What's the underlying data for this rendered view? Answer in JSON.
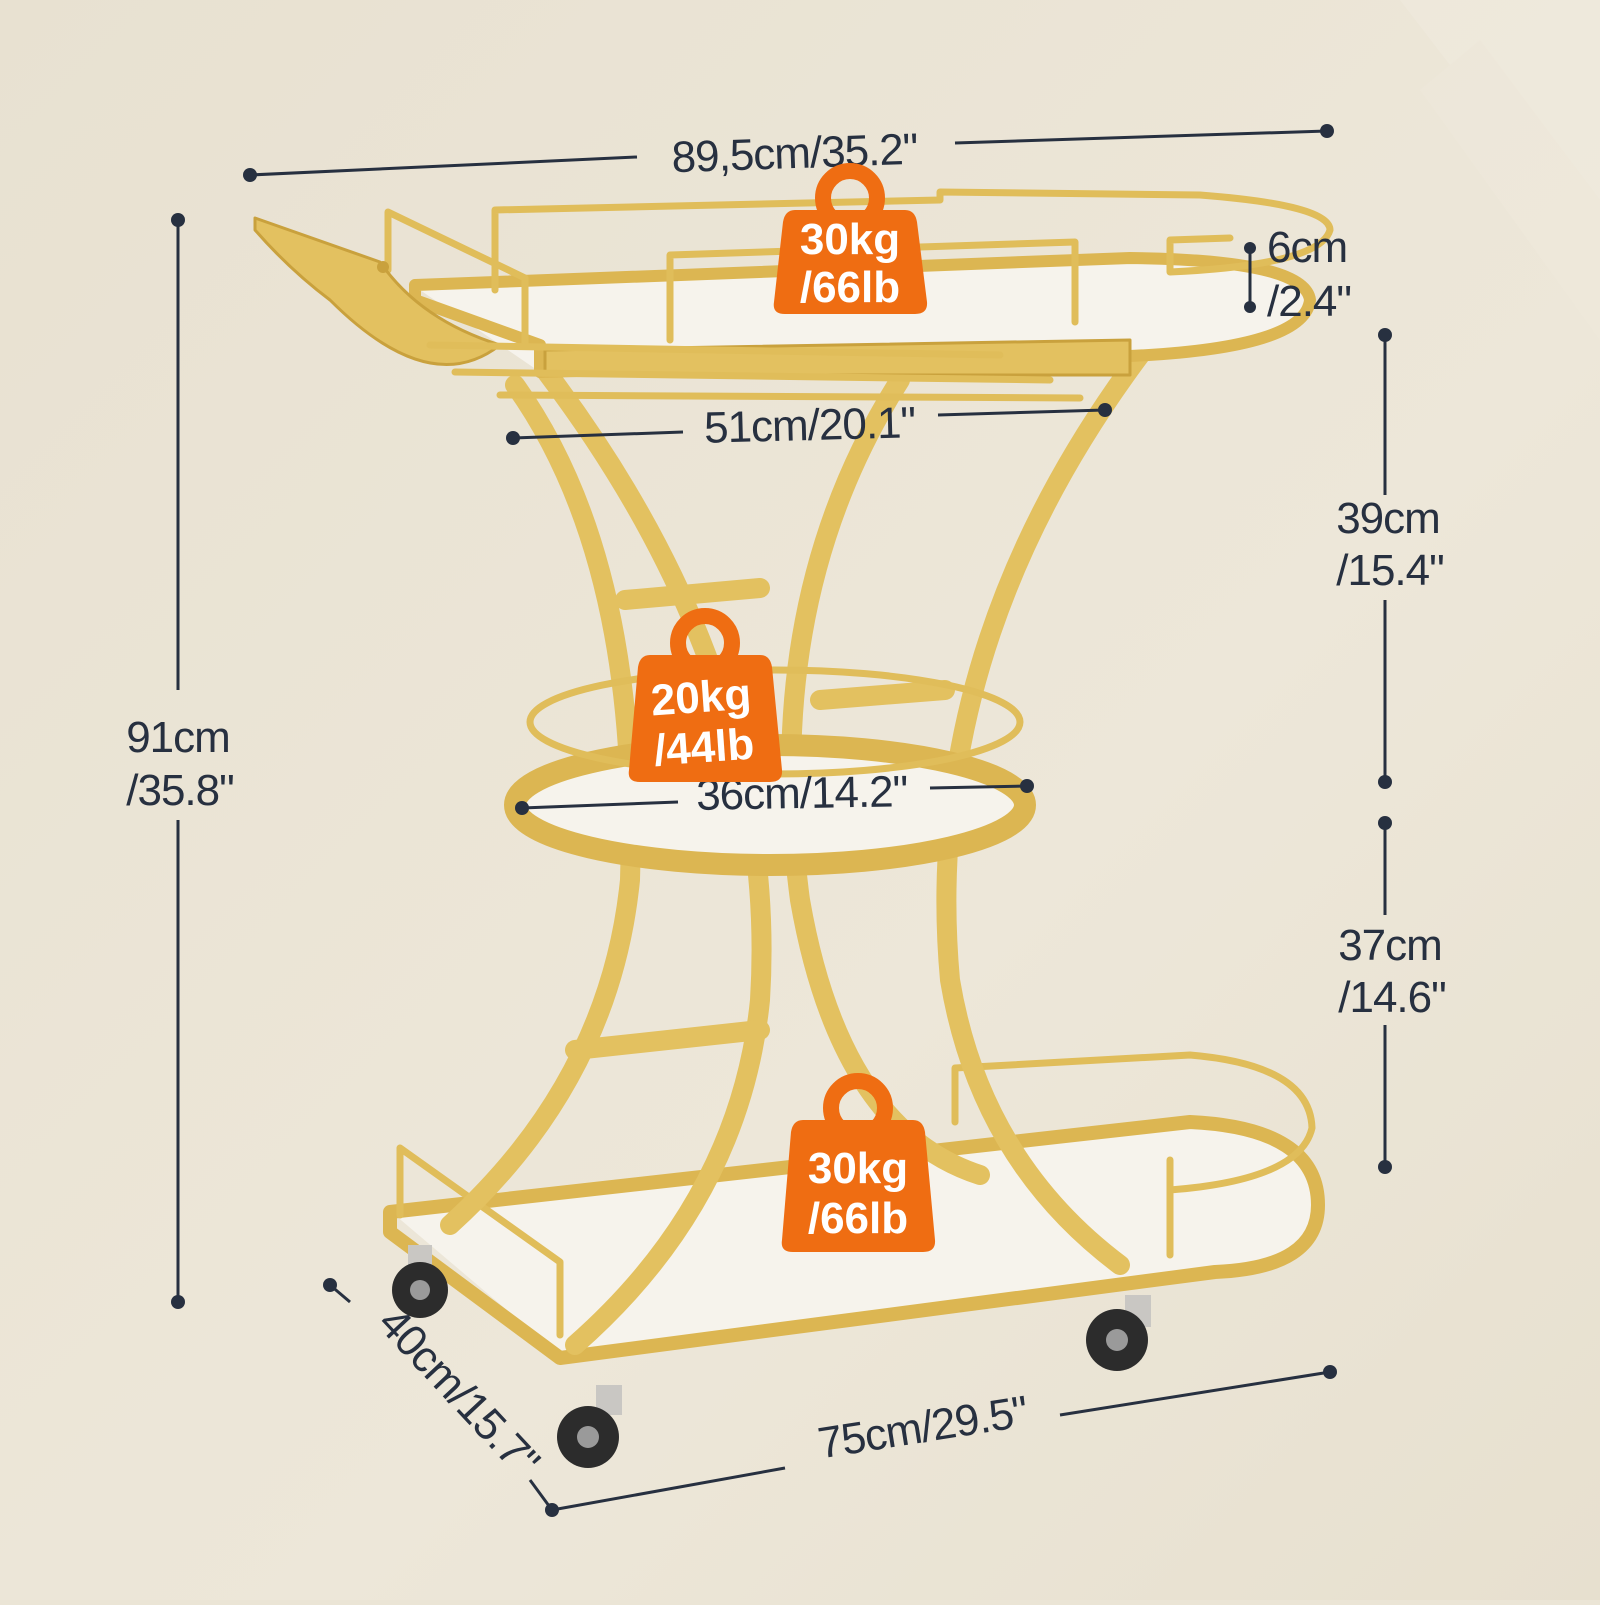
{
  "colors": {
    "background": "#ebe5d6",
    "gold": "#e3c160",
    "gold_shade": "#c9a13d",
    "dimension_ink": "#273040",
    "weight_badge": "#ef6d12",
    "glass": "#f8f5ee",
    "caster": "#2c2c2c"
  },
  "dimensions": {
    "top_width_line1": "89,5cm/35.2\"",
    "total_height_line1": "91cm",
    "total_height_line2": "/35.8\"",
    "rail_height_line1": "6cm",
    "rail_height_line2": "/2.4\"",
    "top_depth_line1": "51cm/20.1\"",
    "upper_gap_line1": "39cm",
    "upper_gap_line2": "/15.4\"",
    "middle_diameter_line1": "36cm/14.2\"",
    "lower_gap_line1": "37cm",
    "lower_gap_line2": "/14.6\"",
    "base_depth_line1": "40cm/15.7\"",
    "base_width_line1": "75cm/29.5\""
  },
  "load_badges": {
    "top": {
      "line1": "30kg",
      "line2": "/66lb",
      "icon": "weight-icon"
    },
    "middle": {
      "line1": "20kg",
      "line2": "/44lb",
      "icon": "weight-icon"
    },
    "bottom": {
      "line1": "30kg",
      "line2": "/66lb",
      "icon": "weight-icon"
    }
  }
}
